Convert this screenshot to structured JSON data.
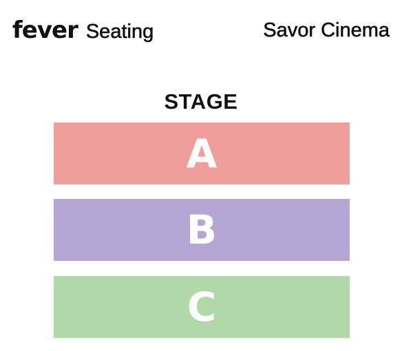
{
  "header": {
    "logo_text": "fever",
    "section_title": "Seating",
    "venue_name": "Savor Cinema"
  },
  "seating_map": {
    "stage_label": "STAGE",
    "sections": [
      {
        "label": "A",
        "color": "#F09E9B"
      },
      {
        "label": "B",
        "color": "#B6A6D6"
      },
      {
        "label": "C",
        "color": "#B0D8A9"
      }
    ]
  }
}
